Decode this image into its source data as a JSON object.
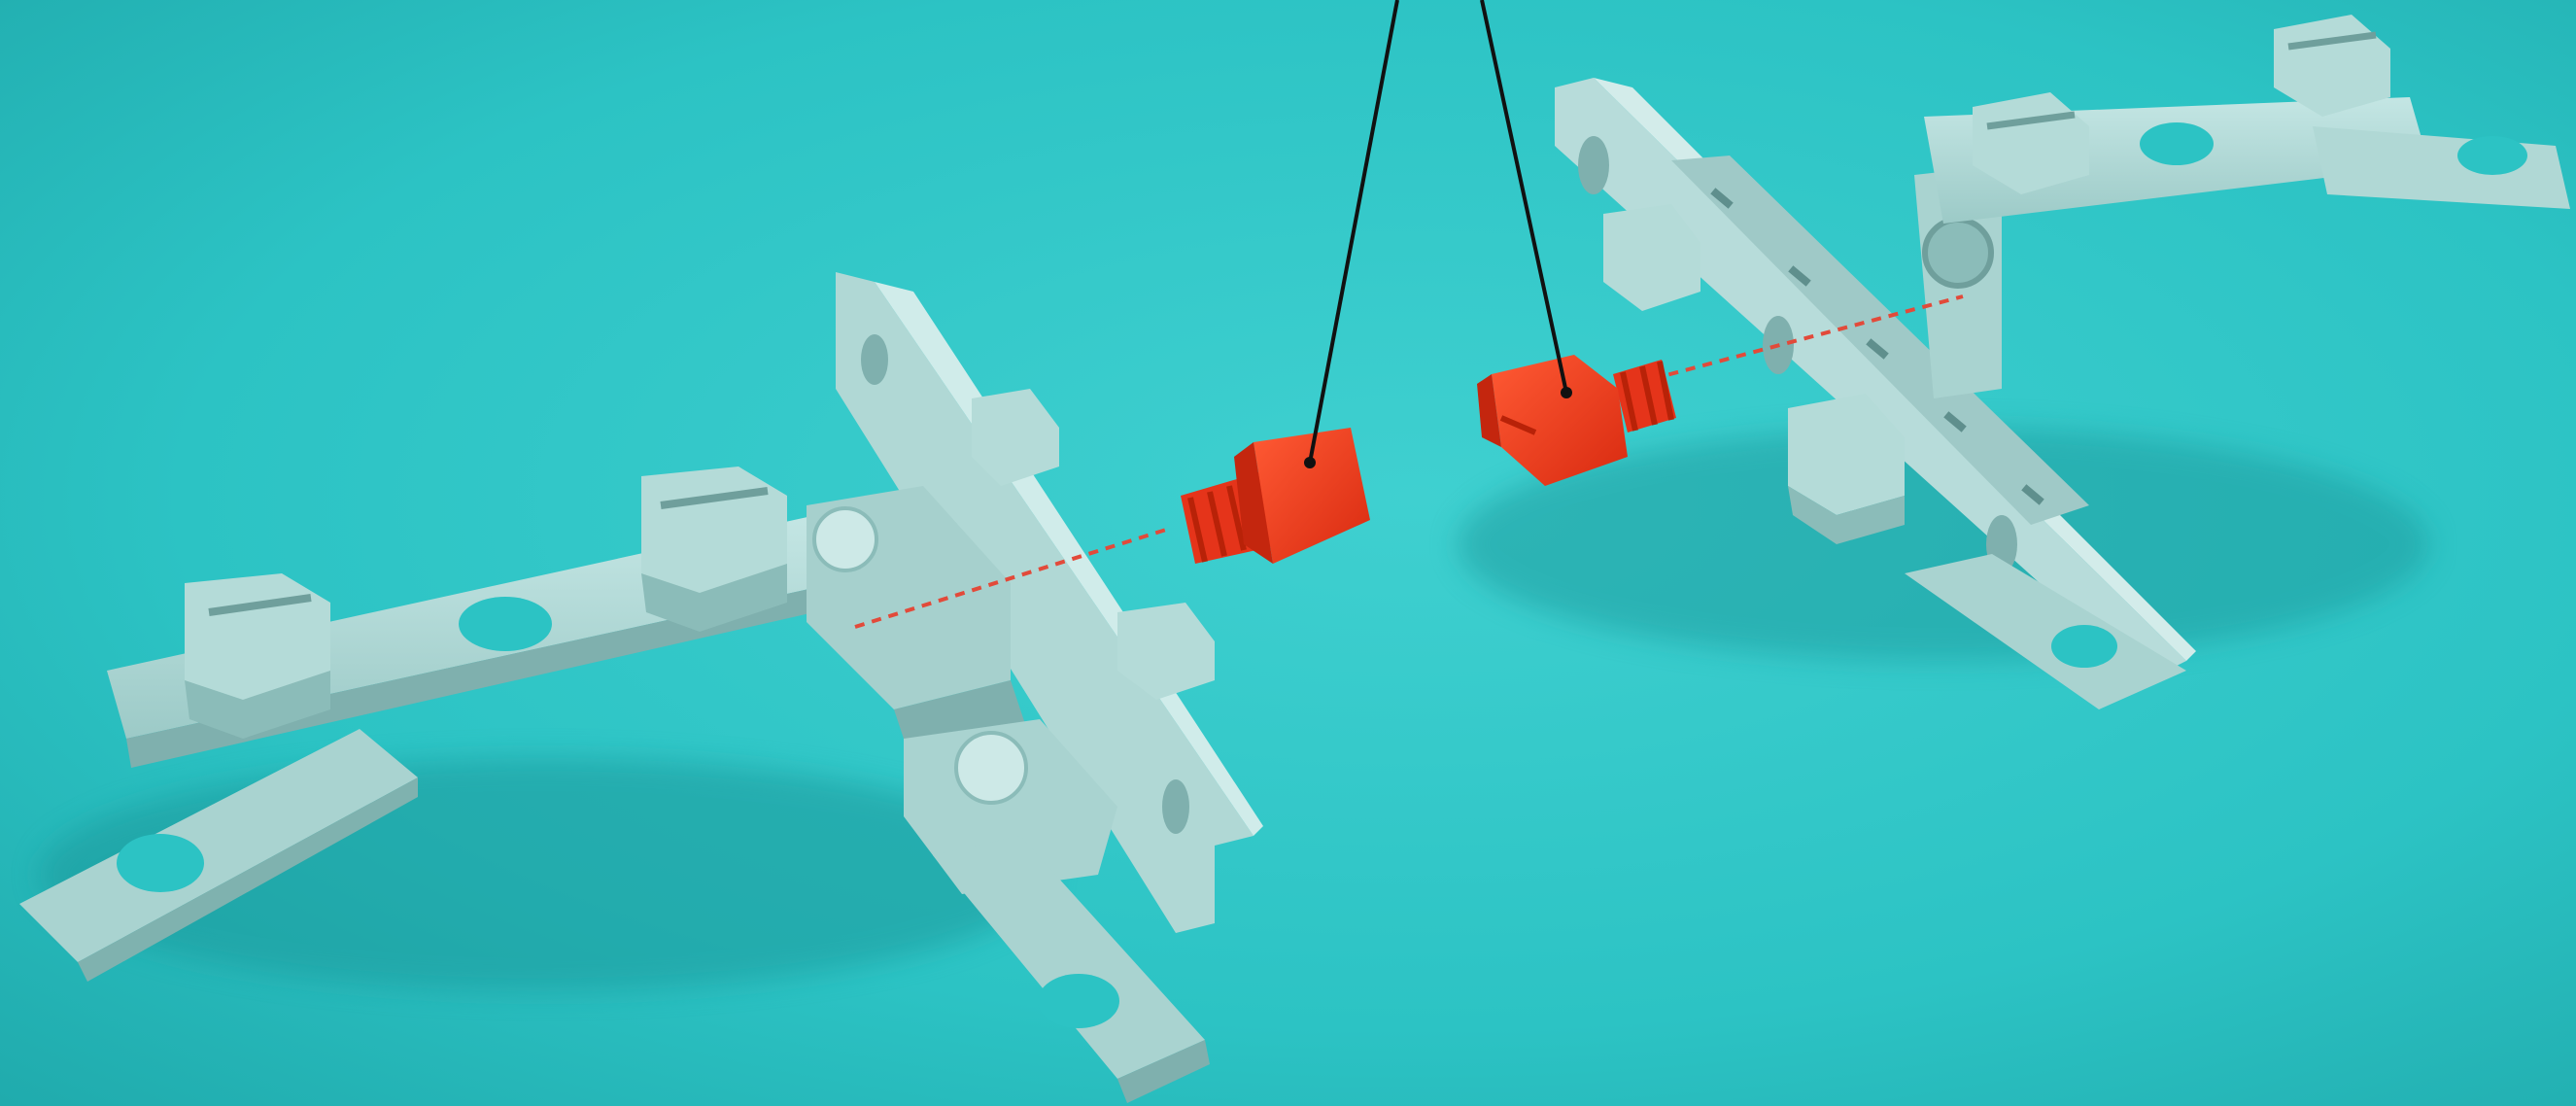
{
  "scene": {
    "description_visible_text": "",
    "colors": {
      "background": "#2cc3c4",
      "background_light": "#3fd0d0",
      "background_dark": "#1fa9ab",
      "metal_light": "#b9dedc",
      "metal_mid": "#9fc9c7",
      "metal_dark": "#7fb0ae",
      "metal_shadow": "#5f9896",
      "screw_red": "#ee3a1e",
      "screw_red_dark": "#c4260e",
      "screw_red_light": "#ff5a34",
      "leader_line": "#111111",
      "axis_dash": "#e24a3a"
    },
    "objects": {
      "left_assembly": "bracket-assembly",
      "right_assembly": "bracket-assembly",
      "left_screw": "threaded-screw",
      "right_screw": "threaded-screw"
    }
  }
}
